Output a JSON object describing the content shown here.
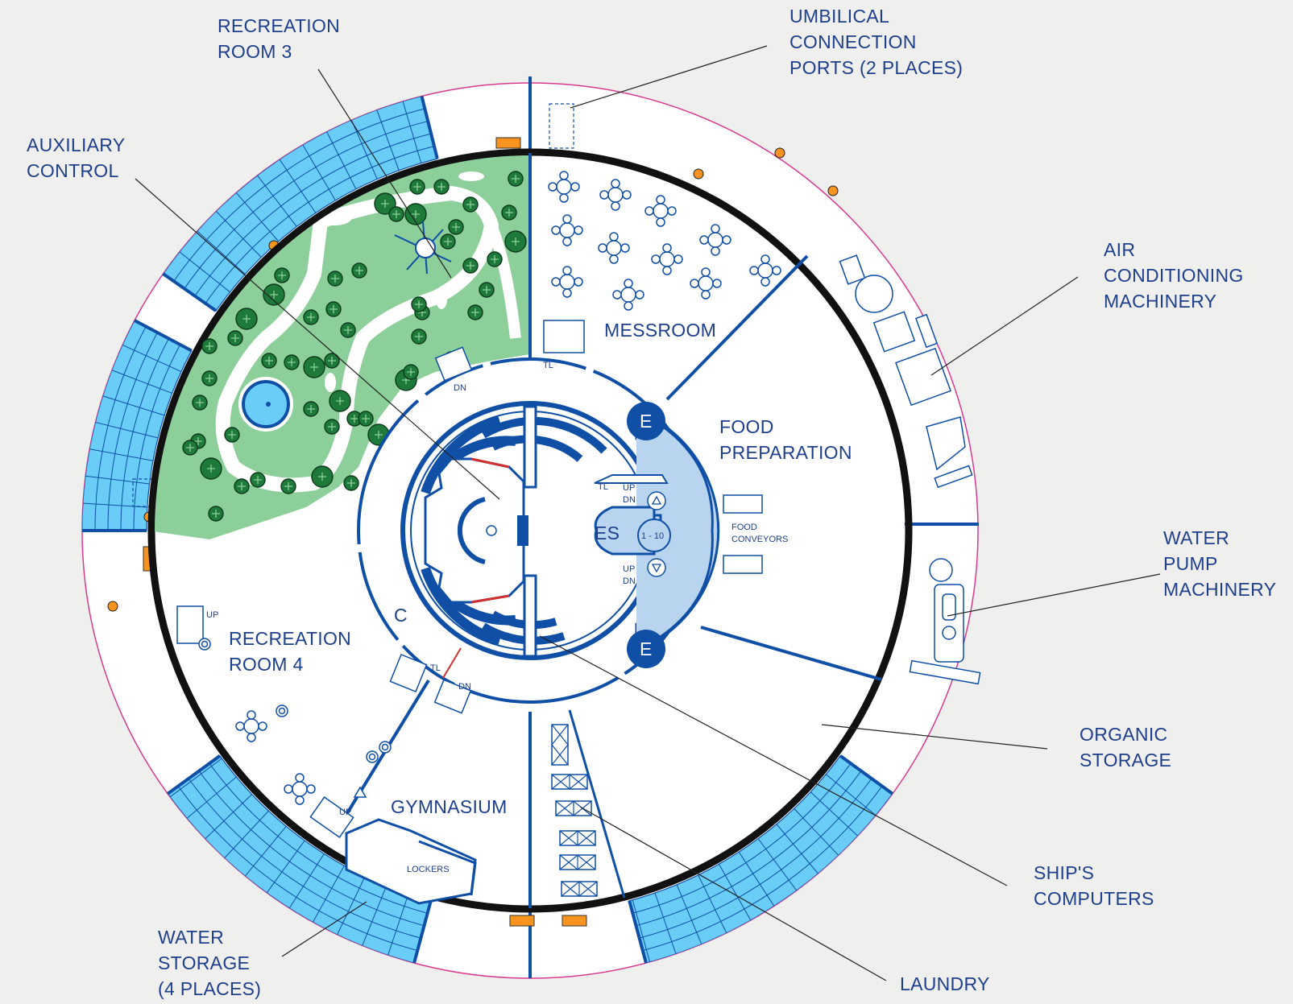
{
  "labels": {
    "recreation_room_3": [
      "RECREATION",
      "ROOM 3"
    ],
    "umbilical": [
      "UMBILICAL",
      "CONNECTION",
      "PORTS (2 PLACES)"
    ],
    "auxiliary_control": [
      "AUXILIARY",
      "CONTROL"
    ],
    "air_conditioning": [
      "AIR",
      "CONDITIONING",
      "MACHINERY"
    ],
    "messroom": "MESSROOM",
    "food_preparation": [
      "FOOD",
      "PREPARATION"
    ],
    "food_conveyors": [
      "FOOD",
      "CONVEYORS"
    ],
    "water_pump": [
      "WATER",
      "PUMP",
      "MACHINERY"
    ],
    "recreation_room_4": [
      "RECREATION",
      "ROOM 4"
    ],
    "organic_storage": [
      "ORGANIC",
      "STORAGE"
    ],
    "gymnasium": "GYMNASIUM",
    "lockers": "LOCKERS",
    "ships_computers": [
      "SHIP'S",
      "COMPUTERS"
    ],
    "water_storage": [
      "WATER",
      "STORAGE",
      "(4 PLACES)"
    ],
    "laundry": "LAUNDRY",
    "core_c": "C",
    "escalator": "ES",
    "escalator_floors": "1 - 10",
    "elevator": "E",
    "tl": "TL",
    "up": "UP",
    "dn": "DN"
  },
  "colors": {
    "wall_blue": "#0f4fa6",
    "tank_blue": "#69cdf7",
    "garden_green": "#8ccf9a",
    "tree_green": "#1e7a3a",
    "orange": "#f7931e",
    "ring_black": "#111111",
    "outer_pink": "#d8398f",
    "core_light": "#b8d4ef"
  },
  "icons": {
    "tree": "tree-icon",
    "table": "table-with-chairs-icon",
    "pond": "pond-icon",
    "arrow_up": "triangle-up-icon",
    "arrow_down": "triangle-down-icon"
  }
}
